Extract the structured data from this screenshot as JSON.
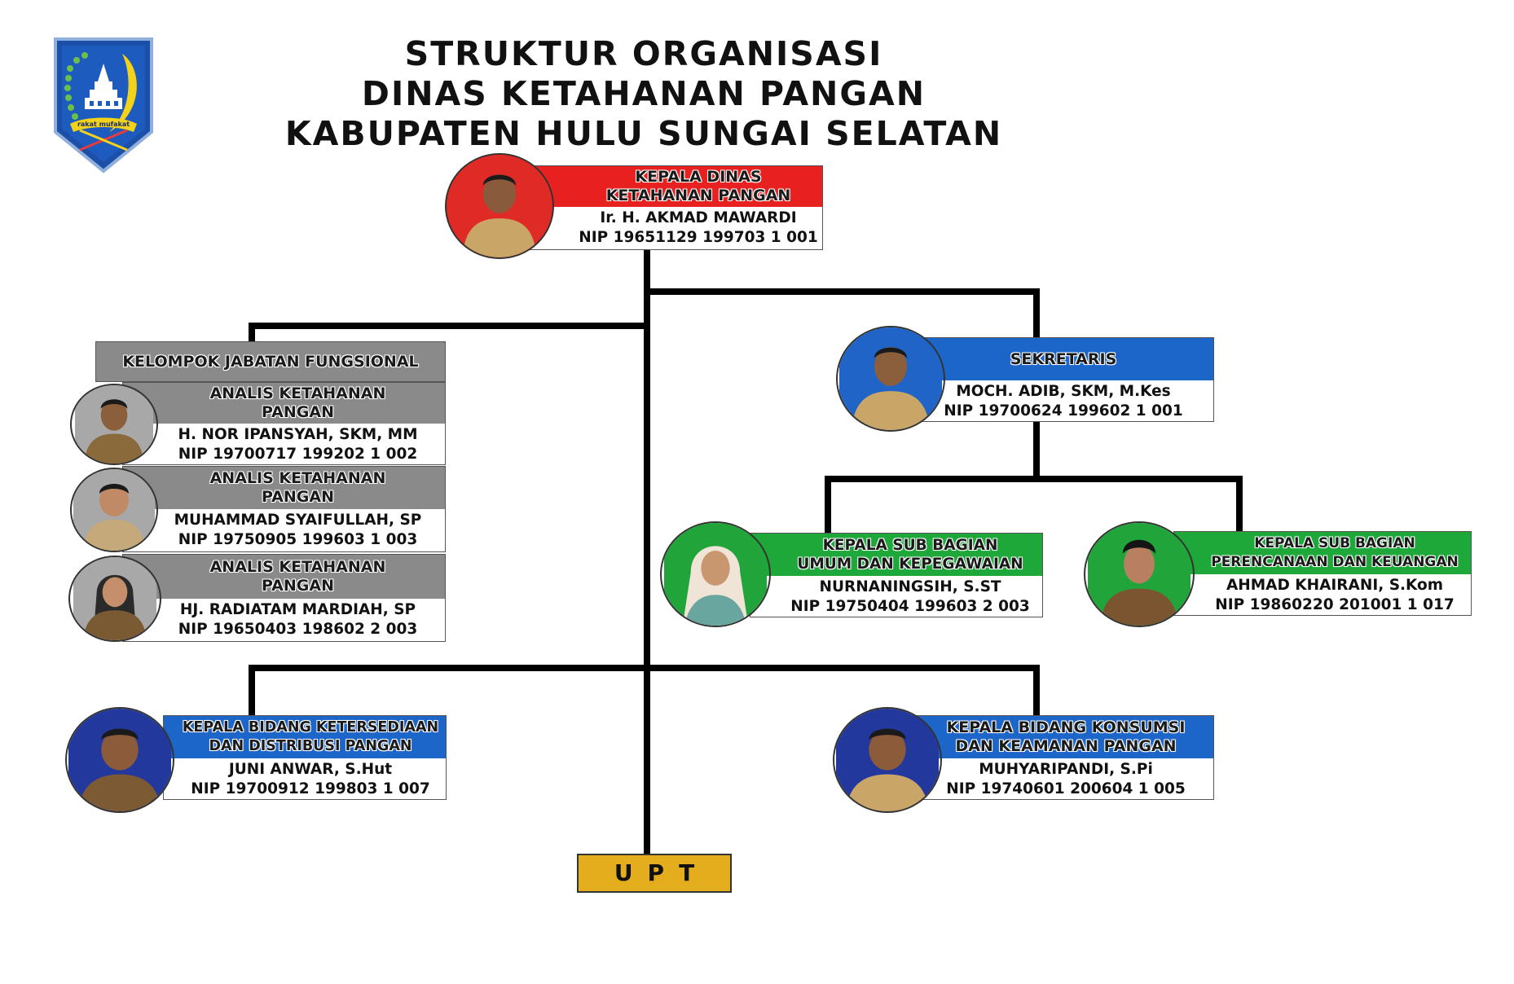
{
  "title": {
    "line1": "STRUKTUR ORGANISASI",
    "line2": "DINAS KETAHANAN PANGAN",
    "line3": "KABUPATEN HULU SUNGAI SELATAN"
  },
  "emblem": {
    "icon": "regency-coat-of-arms-icon",
    "motto": "rakat mufakat"
  },
  "head": {
    "title_line1": "KEPALA DINAS",
    "title_line2": "KETAHANAN PANGAN",
    "name": "Ir. H. AKMAD MAWARDI",
    "nip": "NIP 19651129 199703 1 001"
  },
  "functional_group": {
    "label": "KELOMPOK JABATAN FUNGSIONAL",
    "members": [
      {
        "title_line1": "ANALIS KETAHANAN",
        "title_line2": "PANGAN",
        "name": "H. NOR IPANSYAH, SKM, MM",
        "nip": "NIP 19700717 199202 1 002"
      },
      {
        "title_line1": "ANALIS KETAHANAN",
        "title_line2": "PANGAN",
        "name": "MUHAMMAD SYAIFULLAH, SP",
        "nip": "NIP 19750905 199603 1 003"
      },
      {
        "title_line1": "ANALIS KETAHANAN",
        "title_line2": "PANGAN",
        "name": "HJ. RADIATAM MARDIAH, SP",
        "nip": "NIP 19650403 198602 2 003"
      }
    ]
  },
  "secretary": {
    "title": "SEKRETARIS",
    "name": "MOCH. ADIB, SKM, M.Kes",
    "nip": "NIP 19700624 199602 1 001"
  },
  "subsections": [
    {
      "title_line1": "KEPALA SUB BAGIAN",
      "title_line2": "UMUM DAN KEPEGAWAIAN",
      "name": "NURNANINGSIH, S.ST",
      "nip": "NIP 19750404 199603 2 003"
    },
    {
      "title_line1": "KEPALA SUB BAGIAN",
      "title_line2": "PERENCANAAN DAN KEUANGAN",
      "name": "AHMAD KHAIRANI, S.Kom",
      "nip": "NIP 19860220 201001 1 017"
    }
  ],
  "divisions": [
    {
      "title_line1": "KEPALA BIDANG KETERSEDIAAN",
      "title_line2": "DAN DISTRIBUSI PANGAN",
      "name": "JUNI ANWAR, S.Hut",
      "nip": "NIP 19700912 199803 1 007"
    },
    {
      "title_line1": "KEPALA BIDANG KONSUMSI",
      "title_line2": "DAN KEAMANAN PANGAN",
      "name": "MUHYARIPANDI, S.Pi",
      "nip": "NIP 19740601 200604 1 005"
    }
  ],
  "upt": {
    "label": "UPT"
  },
  "colors": {
    "head": "#e8201f",
    "blue": "#1d66c9",
    "green": "#1ea83a",
    "grey": "#8a8a8a",
    "upt": "#e3ad1d"
  }
}
